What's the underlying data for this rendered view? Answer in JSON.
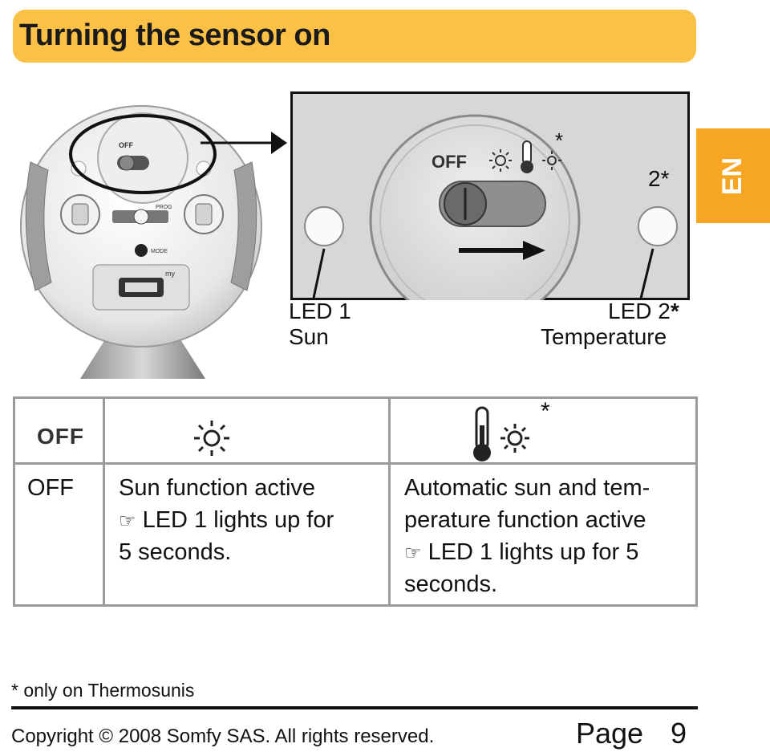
{
  "header": {
    "title": "Turning the sensor on",
    "language_tab": "EN"
  },
  "figure": {
    "device_switch_text": "OFF",
    "device_prog_text": "PROG",
    "device_mode_text": "MODE",
    "device_my_text": "my",
    "zoom_switch_text": "OFF",
    "zoom_asterisk": "*",
    "zoom_led2_marker": "2*",
    "led1_line1": "LED 1",
    "led1_line2": "Sun",
    "led2_line1": "LED 2",
    "led2_asterisk": "*",
    "led2_line2": "Temperature"
  },
  "table": {
    "header_off": "OFF",
    "header_sun_icon": "sun-icon",
    "header_temp_icons": "thermometer-sun-icon",
    "header_asterisk": "*",
    "col1": "OFF",
    "col2_line1": "Sun function active",
    "col2_line2": "LED 1 lights up for",
    "col2_line3": "5 seconds.",
    "col3_line1": "Automatic sun and tem-",
    "col3_line2": "perature function active",
    "col3_line3": "LED 1 lights up for 5",
    "col3_line4": "seconds.",
    "pointer_glyph": "☞"
  },
  "footer": {
    "footnote": "* only on Thermosunis",
    "copyright": "Copyright © 2008 Somfy SAS. All rights reserved.",
    "page_label": "Page",
    "page_number": "9"
  },
  "colors": {
    "title_bar": "#fbc046",
    "lang_tab": "#f6a623",
    "table_border": "#9a9a9a"
  }
}
